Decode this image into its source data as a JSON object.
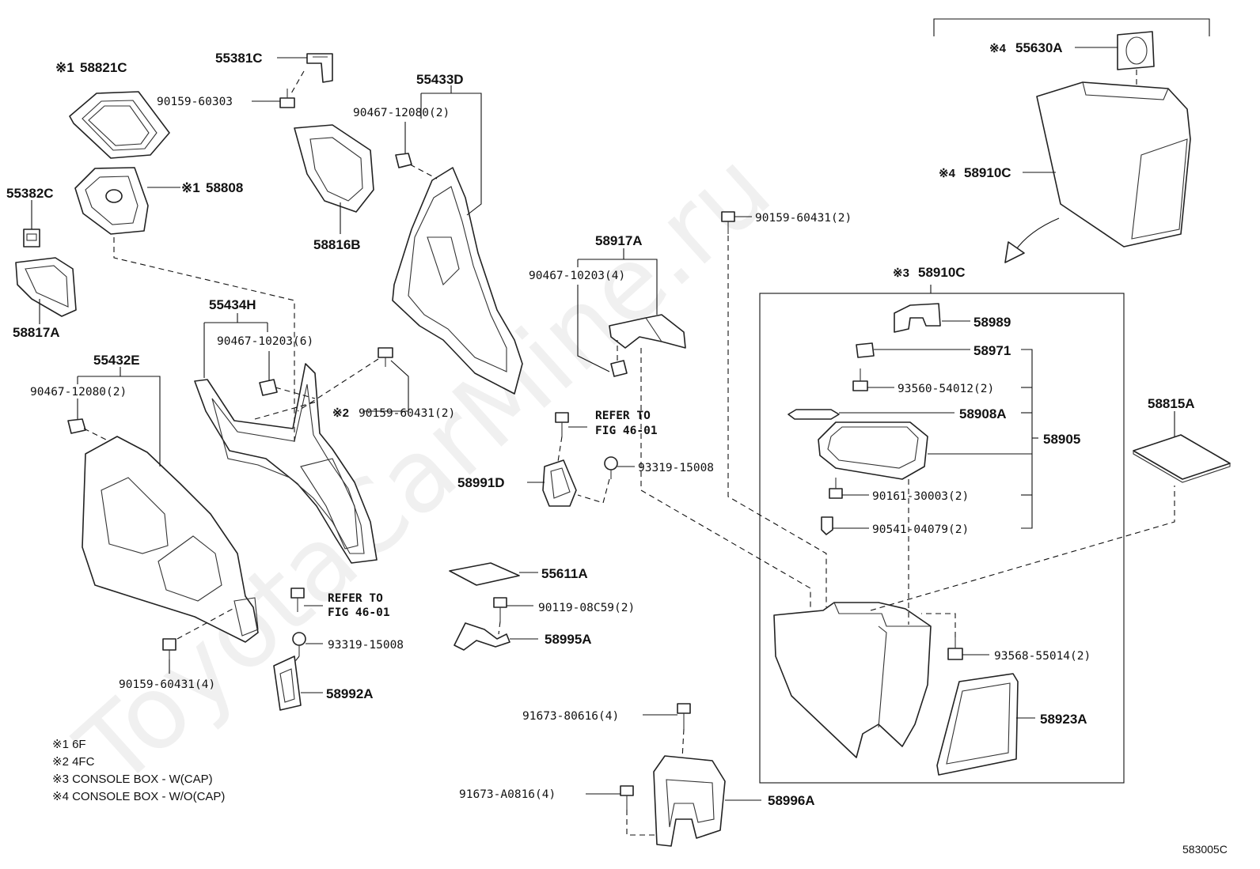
{
  "watermark": "ToyotaCarMine.ru",
  "figure_code": "583005C",
  "notes": [
    "※1 6F",
    "※2 4FC",
    "※3 CONSOLE BOX - W(CAP)",
    "※4 CONSOLE BOX - W/O(CAP)"
  ],
  "refer_to": [
    "REFER TO",
    "FIG 46-01"
  ],
  "labels": {
    "p58821C": "58821C",
    "p58821C_mark": "※1",
    "p55381C": "55381C",
    "p90159_60303": "90159-60303",
    "p55433D": "55433D",
    "p90467_12080_a": "90467-12080(2)",
    "p58808": "58808",
    "p58808_mark": "※1",
    "p55382C": "55382C",
    "p58816B": "58816B",
    "p58817A": "58817A",
    "p55434H": "55434H",
    "p90467_10203_6": "90467-10203(6)",
    "p55432E": "55432E",
    "p90467_12080_b": "90467-12080(2)",
    "p90159_60431_2a": "90159-60431(2)",
    "p90159_60431_2a_mark": "※2",
    "p58917A": "58917A",
    "p90467_10203_4": "90467-10203(4)",
    "p58991D": "58991D",
    "p93319_15008_a": "93319-15008",
    "p55611A": "55611A",
    "p90119_08C59": "90119-08C59(2)",
    "p58995A": "58995A",
    "p93319_15008_b": "93319-15008",
    "p58992A": "58992A",
    "p90159_60431_4": "90159-60431(4)",
    "p91673_80616": "91673-80616(4)",
    "p91673_A0816": "91673-A0816(4)",
    "p58996A": "58996A",
    "p55630A": "55630A",
    "p55630A_mark": "※4",
    "p58910C_top": "58910C",
    "p58910C_top_mark": "※4",
    "p90159_60431_2b": "90159-60431(2)",
    "p58910C_box": "58910C",
    "p58910C_box_mark": "※3",
    "p58989": "58989",
    "p58971": "58971",
    "p93560_54012": "93560-54012(2)",
    "p58908A": "58908A",
    "p58905": "58905",
    "p90161_30003": "90161-30003(2)",
    "p90541_04079": "90541-04079(2)",
    "p58815A": "58815A",
    "p93568_55014": "93568-55014(2)",
    "p58923A": "58923A"
  }
}
